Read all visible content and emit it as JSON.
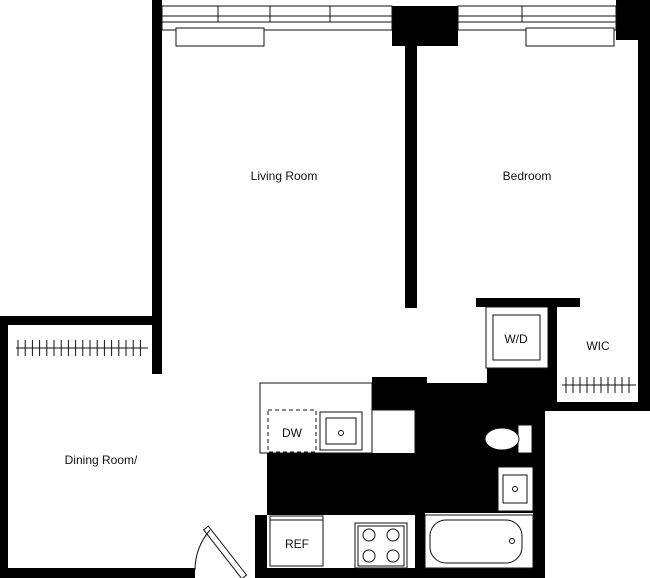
{
  "floorplan": {
    "rooms": {
      "living_room": "Living Room",
      "bedroom": "Bedroom",
      "dining_room": "Dining Room/",
      "wic": "WIC"
    },
    "fixtures": {
      "washer_dryer": "W/D",
      "dishwasher": "DW",
      "refrigerator": "REF"
    },
    "colors": {
      "wall": "#000000",
      "background": "#ffffff",
      "line": "#111111"
    }
  }
}
